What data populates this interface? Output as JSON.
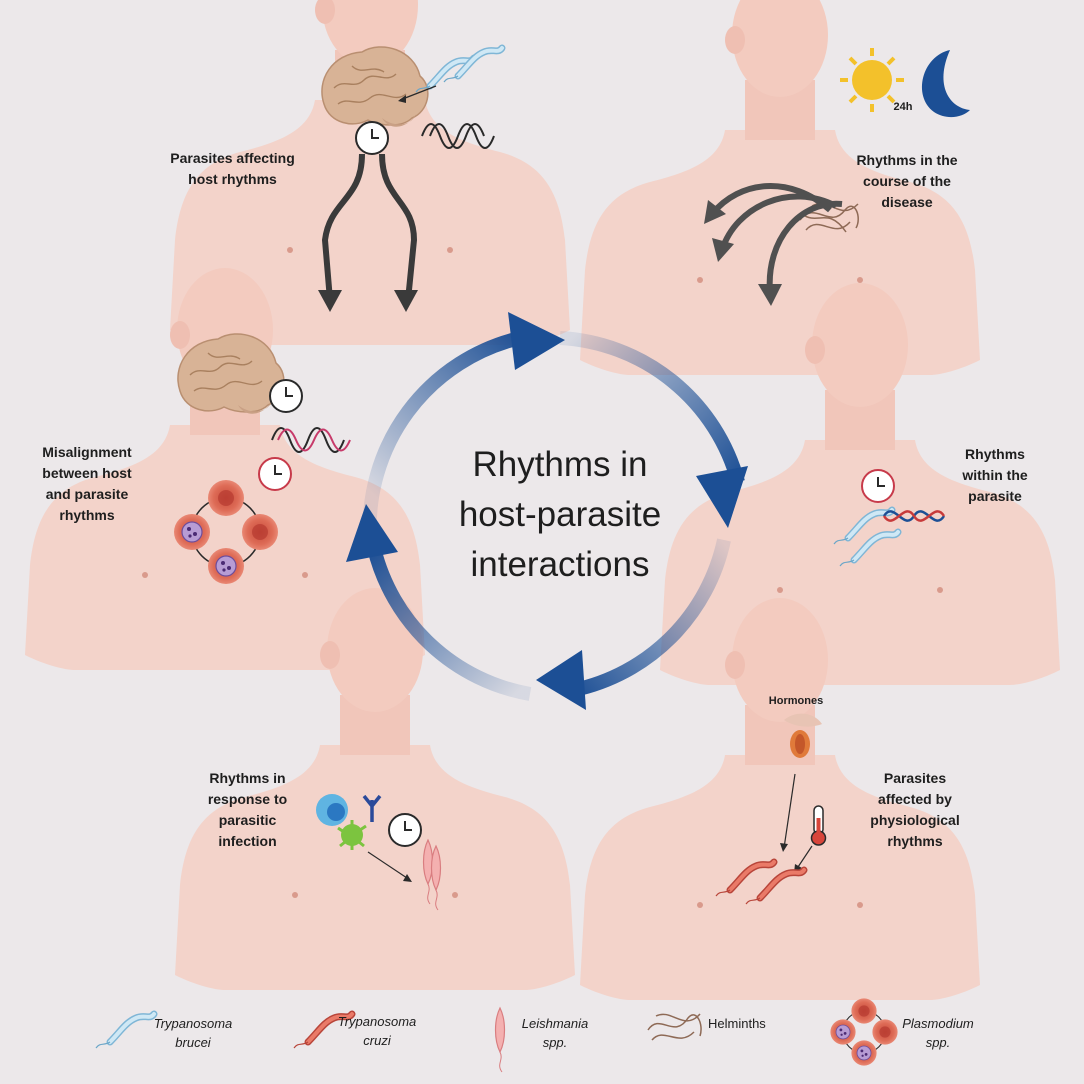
{
  "diagram": {
    "center_title": "Rhythms in\nhost-parasite\ninteractions",
    "panels": {
      "top_left": "Parasites affecting\nhost rhythms",
      "top_right": "Rhythms in the\ncourse of the\ndisease",
      "mid_left": "Misalignment\nbetween host\nand parasite\nrhythms",
      "mid_right": "Rhythms\nwithin the\nparasite",
      "bottom_left": "Rhythms in\nresponse to\nparasitic\ninfection",
      "bottom_right": "Parasites\naffected by\nphysiological\nrhythms"
    },
    "annotations": {
      "cycle_period": "24h",
      "hormones": "Hormones"
    },
    "legend": [
      {
        "label": "Trypanosoma\nbrucei",
        "icon": "trypanosoma-brucei-icon",
        "italic": true
      },
      {
        "label": "Trypanosoma\ncruzi",
        "icon": "trypanosoma-cruzi-icon",
        "italic": true
      },
      {
        "label": "Leishmania\nspp.",
        "icon": "leishmania-icon",
        "italic": true
      },
      {
        "label": "Helminths",
        "icon": "helminths-icon",
        "italic": false
      },
      {
        "label": "Plasmodium\nspp.",
        "icon": "plasmodium-icon",
        "italic": true
      }
    ]
  },
  "colors": {
    "background": "#ece8ea",
    "skin": "#f4cfc4",
    "cycle_arrow": "#1c4f95",
    "brain": "#d9b49a",
    "red_cell": "#d9624e",
    "trypanosoma_brucei": "#a9d4ea",
    "trypanosoma_cruzi": "#e46a5a",
    "leishmania": "#ef9a9c",
    "sun": "#f3c12b",
    "moon": "#1c4f95"
  }
}
